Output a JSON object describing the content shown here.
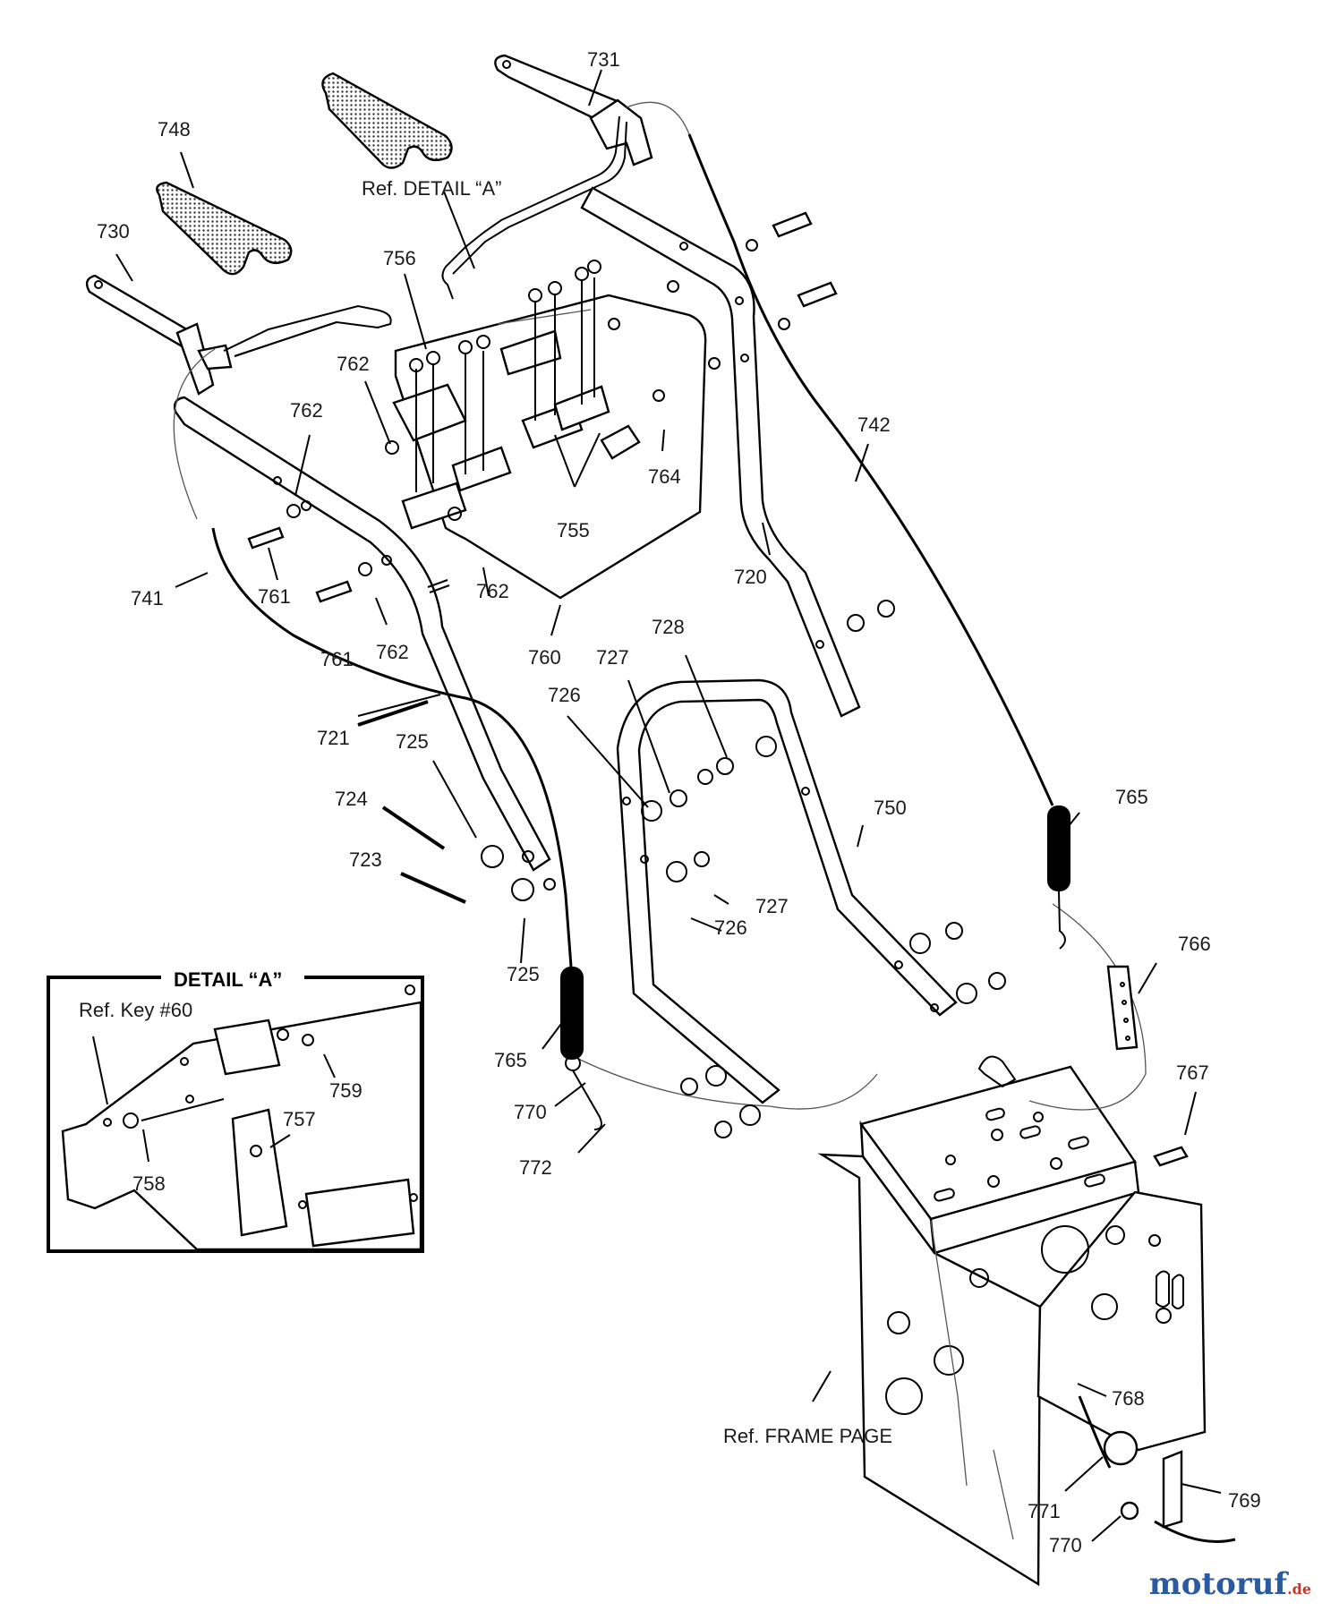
{
  "labels": {
    "p731": "731",
    "p748": "748",
    "p730": "730",
    "ref_detail_a": "Ref. DETAIL “A”",
    "p756": "756",
    "p762a": "762",
    "p762b": "762",
    "p762c": "762",
    "p762d": "762",
    "p742": "742",
    "p764": "764",
    "p755": "755",
    "p720": "720",
    "p741": "741",
    "p761a": "761",
    "p761b": "761",
    "p760": "760",
    "p721": "721",
    "p728": "728",
    "p727a": "727",
    "p726a": "726",
    "p725a": "725",
    "p724": "724",
    "p723": "723",
    "p725b": "725",
    "p750": "750",
    "p765a": "765",
    "p727b": "727",
    "p726b": "726",
    "p766": "766",
    "p765b": "765",
    "p770a": "770",
    "p772": "772",
    "p767": "767",
    "p768": "768",
    "p771": "771",
    "p769": "769",
    "p770b": "770",
    "ref_frame_page": "Ref. FRAME PAGE"
  },
  "detail": {
    "title": "DETAIL “A”",
    "ref_key": "Ref. Key #60",
    "p759": "759",
    "p757": "757",
    "p758": "758"
  },
  "watermark": {
    "main": "motoruf",
    "tld": ".de"
  }
}
